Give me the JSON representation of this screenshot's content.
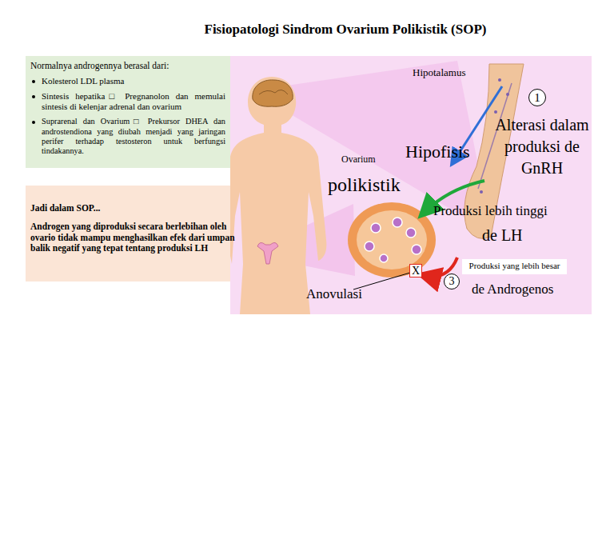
{
  "diagram": {
    "title": "Fisiopatologi Sindrom Ovarium Polikistik (SOP)",
    "nodes": [
      {
        "text": [
          "Normalnya androgennya berasal dari:",
          "Kolesterol LDL plasma",
          "Sintesis hepatika□ Pregnanolon dan memulai sintesis di kelenjar adrenal dan ovarium",
          "Suprarenal dan Ovarium□ Prekursor DHEA dan androstendiona yang diubah menjadi yang jaringan perifer terhadap testosteron untuk berfungsi tindakannya."
        ]
      },
      {
        "text": [
          "Jadi dalam SOP...",
          "Androgen yang diproduksi secara berlebihan oleh ovario tidak mampu menghasilkan efek dari umpan balik negatif yang tepat tentang produksi LH"
        ]
      },
      {
        "text": [
          "Produksi yang lebih besar"
        ]
      }
    ],
    "labels": [
      "Hipotalamus",
      "1",
      "Alterasi dalam produksi de GnRH",
      "Ovarium",
      "polikistik",
      "Hipofisis",
      "Produksi lebih tinggi",
      "de LH",
      "3",
      "de Androgenos",
      "X",
      "Anovulasi"
    ]
  }
}
